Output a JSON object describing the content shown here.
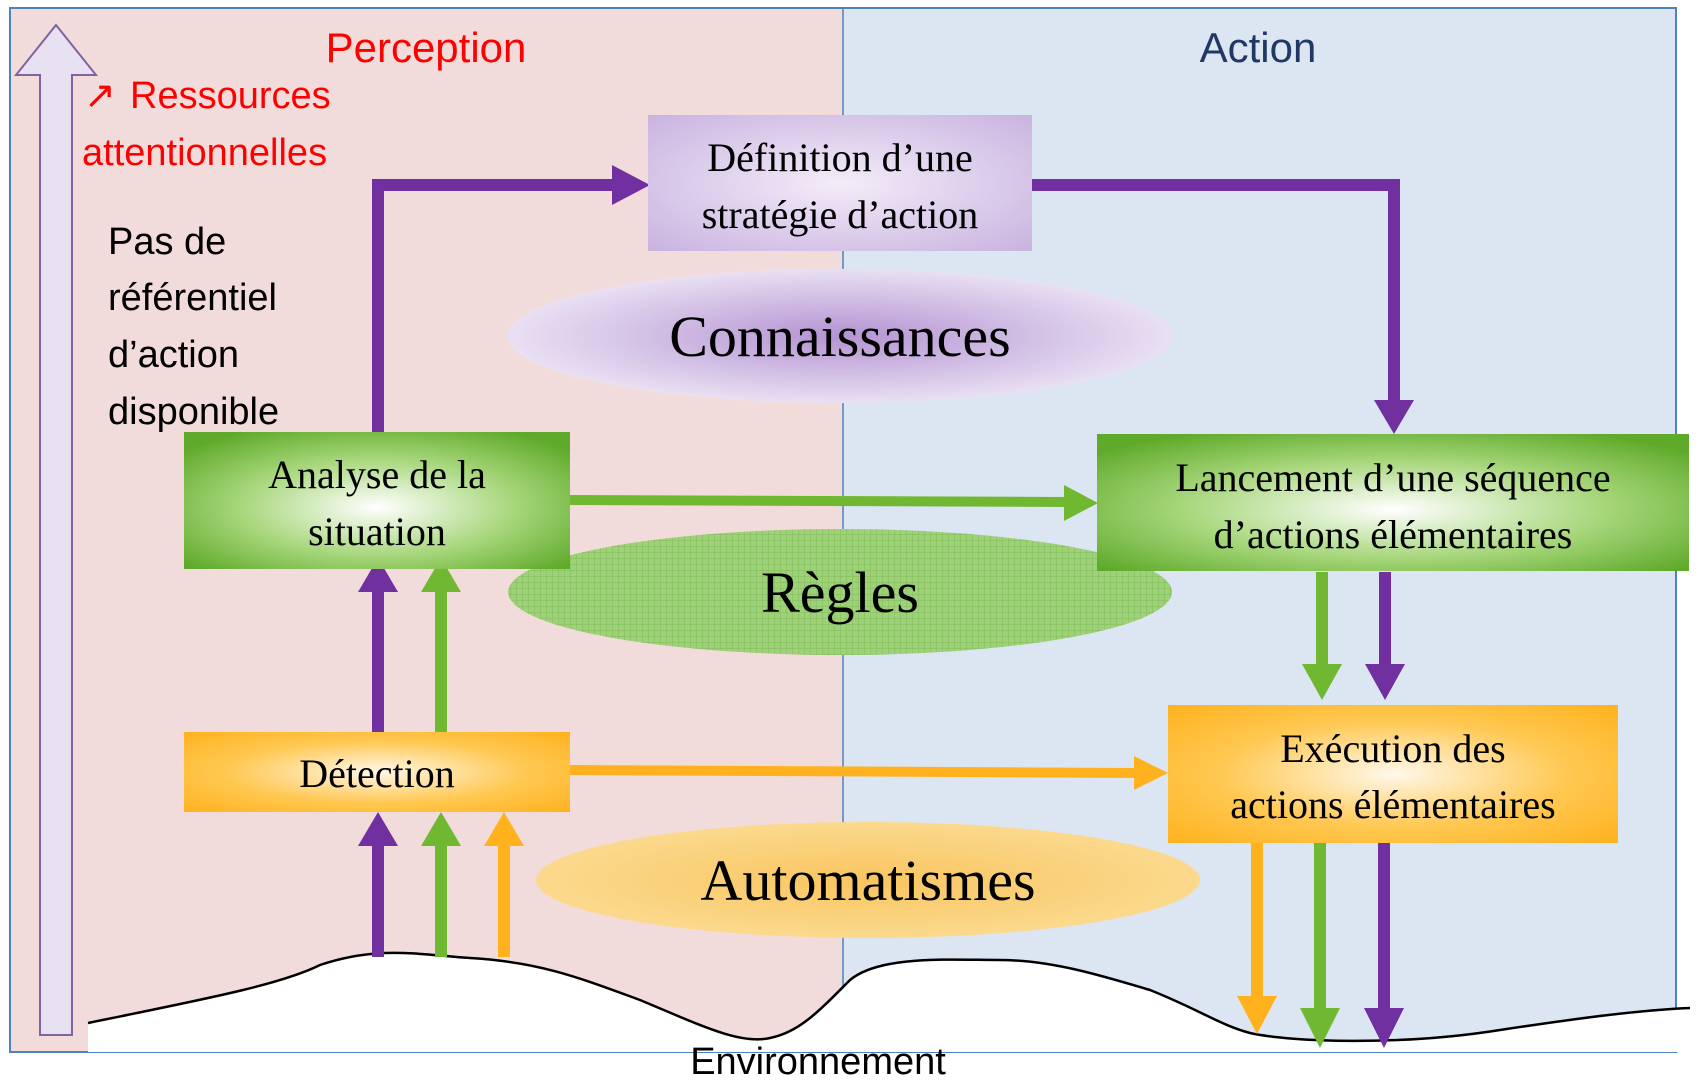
{
  "colors": {
    "perception_bg": "#f2dcdb",
    "action_bg": "#dce6f2",
    "frame": "#4f81bd",
    "purple": "#7030a0",
    "green": "#70b832",
    "orange": "#ffb21e",
    "red": "#ff0000",
    "action_title": "#1f3864"
  },
  "columns": {
    "perception": "Perception",
    "action": "Action"
  },
  "side_note": {
    "arrow_icon": "↗",
    "resources_line1": "Ressources",
    "resources_line2": "attentionnelles",
    "line1": "Pas de",
    "line2": "référentiel",
    "line3": "d’action",
    "line4": "disponible"
  },
  "boxes": {
    "definition": {
      "line1": "Définition d’une",
      "line2": "stratégie d’action"
    },
    "analyse": {
      "line1": "Analyse de la",
      "line2": "situation"
    },
    "lancement": {
      "line1": "Lancement d’une séquence",
      "line2": "d’actions élémentaires"
    },
    "detection": {
      "line1": "Détection"
    },
    "execution": {
      "line1": "Exécution des",
      "line2": "actions élémentaires"
    }
  },
  "levels": {
    "connaissances": "Connaissances",
    "regles": "Règles",
    "automatismes": "Automatismes"
  },
  "environment_label": "Environnement"
}
